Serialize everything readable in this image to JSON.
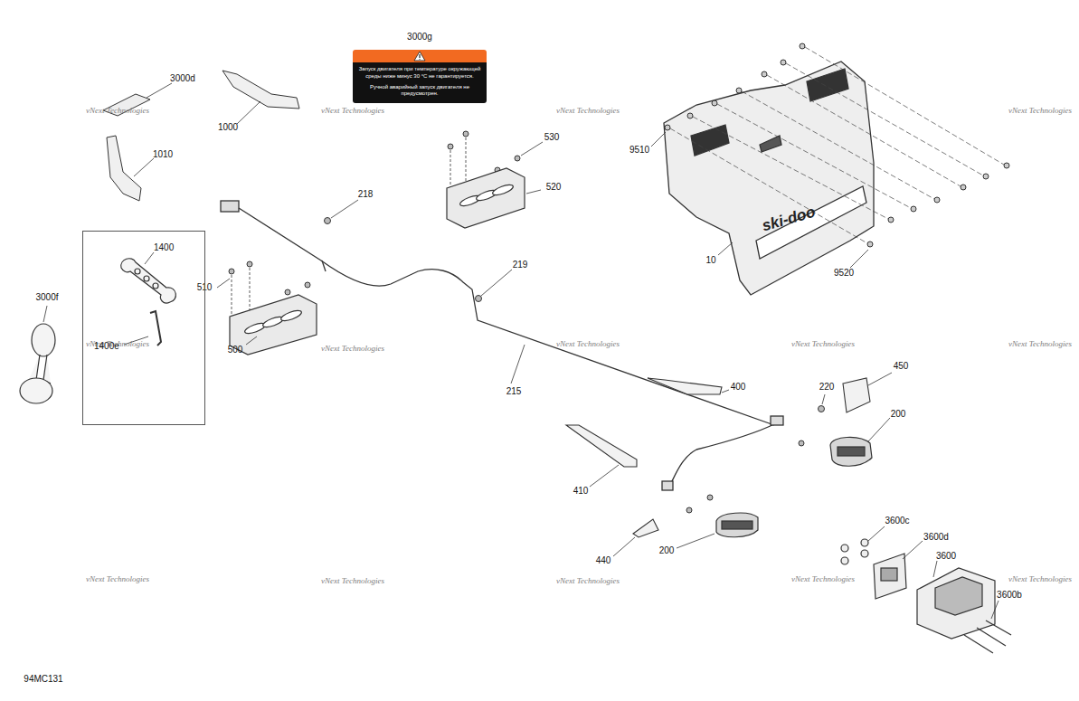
{
  "diagram": {
    "nodes": [
      {
        "text": [
          "3000g",
          "Запуск двигателя при температуре окружающей среды ниже минус 30 °C не гарантируется.",
          "Ручной аварийный запуск двигателя не предусмотрен."
        ]
      },
      {
        "text": [
          "1400",
          "1400e"
        ]
      }
    ],
    "labels": [
      "3000d",
      "1000",
      "1010",
      "3000f",
      "218",
      "530",
      "520",
      "9510",
      "ski-doo",
      "10",
      "9520",
      "510",
      "500",
      "219",
      "215",
      "400",
      "450",
      "220",
      "200",
      "410",
      "200",
      "440",
      "3600c",
      "3600d",
      "3600",
      "3600b",
      "94MC131",
      "vNext Technologies",
      "vNext Technologies",
      "vNext Technologies",
      "vNext Technologies",
      "vNext Technologies",
      "vNext Technologies",
      "vNext Technologies",
      "vNext Technologies",
      "vNext Technologies",
      "vNext Technologies",
      "vNext Technologies",
      "vNext Technologies",
      "vNext Technologies",
      "vNext Technologies"
    ]
  }
}
